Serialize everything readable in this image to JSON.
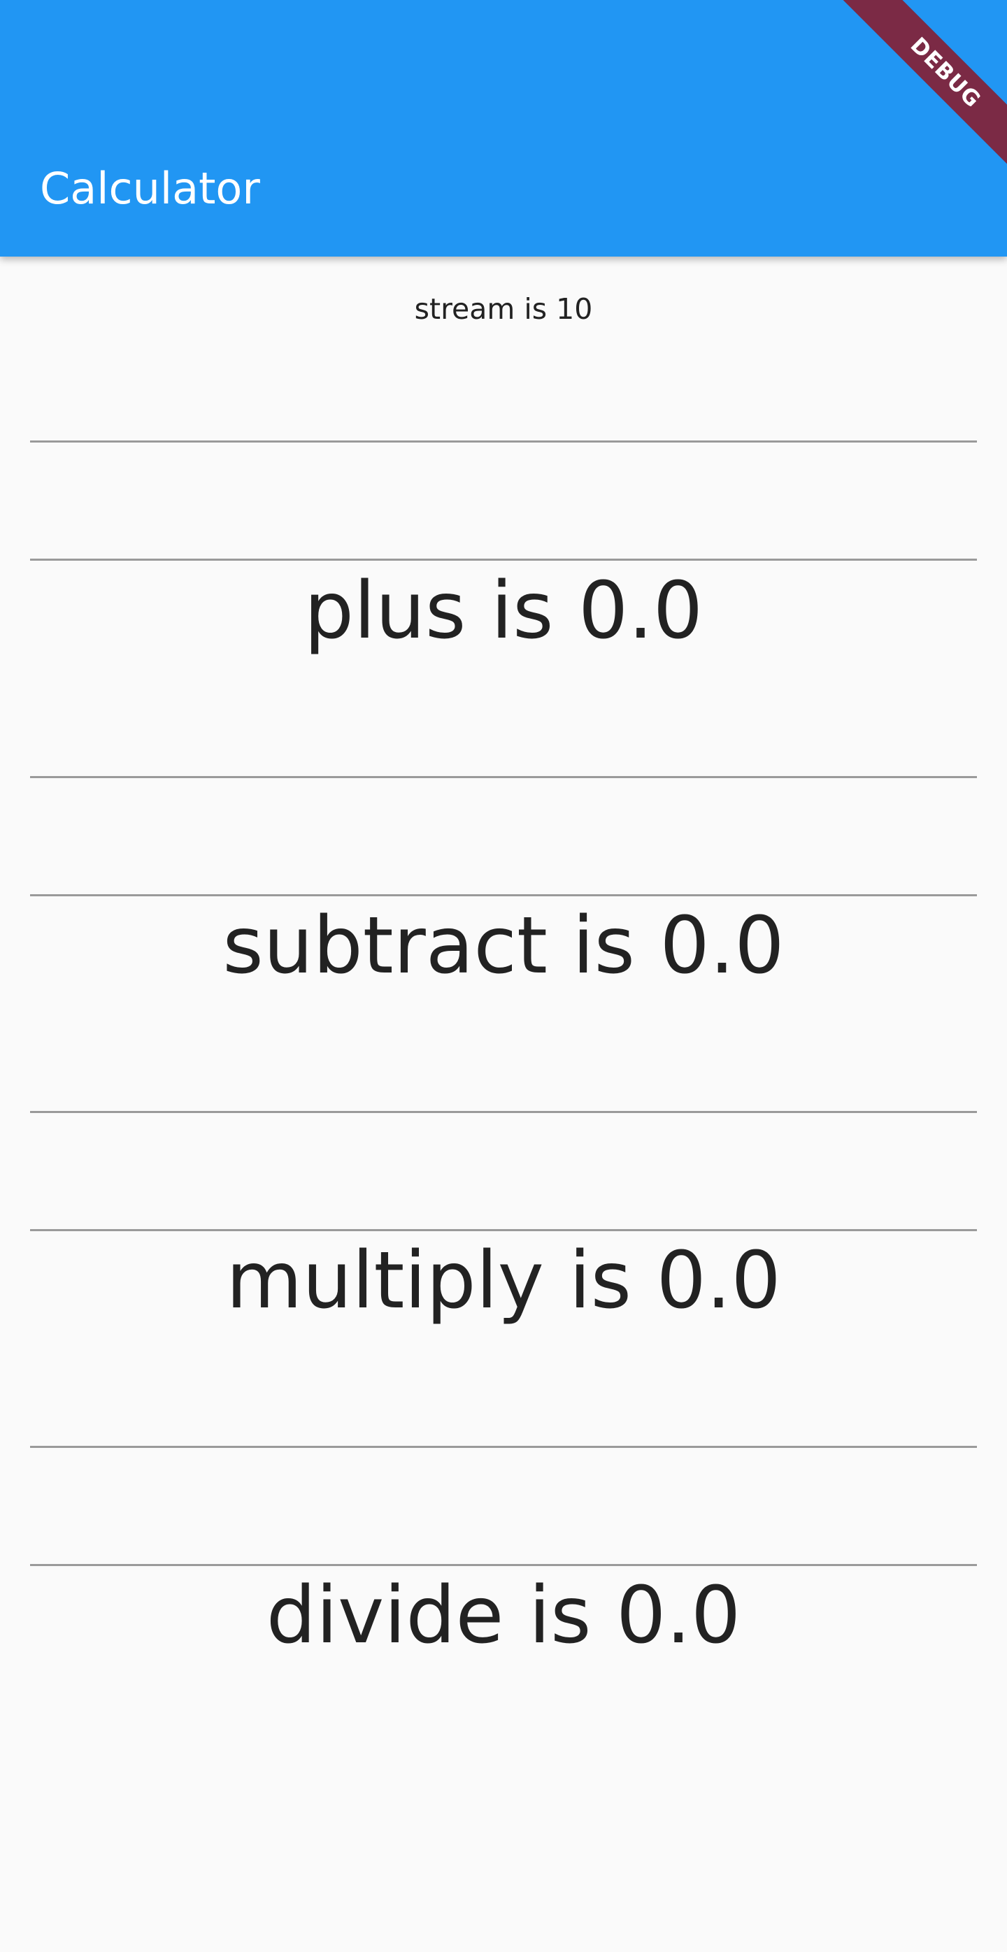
{
  "app_bar": {
    "title": "Calculator",
    "debug_label": "DEBUG",
    "color": "#2196f3",
    "debug_color": "#7b2a45"
  },
  "main": {
    "stream_text": "stream is 10",
    "fields": [
      {
        "value": "",
        "placeholder": ""
      },
      {
        "value": "",
        "placeholder": ""
      },
      {
        "value": "",
        "placeholder": ""
      },
      {
        "value": "",
        "placeholder": ""
      },
      {
        "value": "",
        "placeholder": ""
      },
      {
        "value": "",
        "placeholder": ""
      },
      {
        "value": "",
        "placeholder": ""
      },
      {
        "value": "",
        "placeholder": ""
      }
    ],
    "results": {
      "plus": "plus is 0.0",
      "subtract": "subtract is 0.0",
      "multiply": "multiply is 0.0",
      "divide": "divide is 0.0"
    }
  }
}
